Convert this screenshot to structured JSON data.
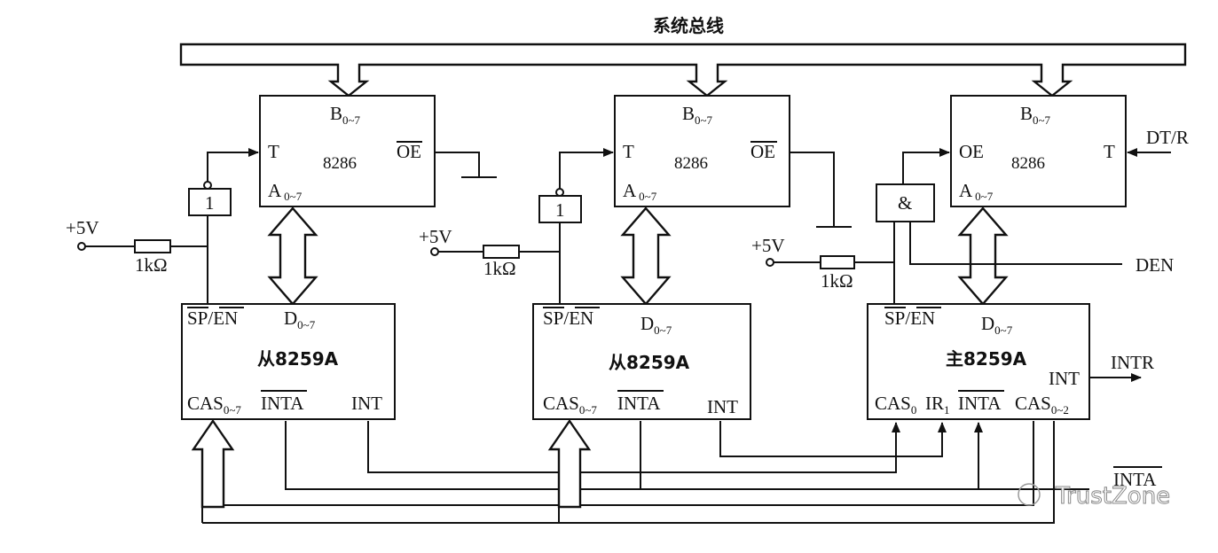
{
  "title": "系统总线",
  "transceivers": [
    {
      "b_label": "B",
      "b_sub": "0~7",
      "t_label": "T",
      "name": "8286",
      "oe_label": "OE",
      "a_label": "A",
      "a_sub": "0~7"
    },
    {
      "b_label": "B",
      "b_sub": "0~7",
      "t_label": "T",
      "name": "8286",
      "oe_label": "OE",
      "a_label": "A",
      "a_sub": "0~7"
    },
    {
      "b_label": "B",
      "b_sub": "0~7",
      "oe_label": "OE",
      "name": "8286",
      "t_label": "T",
      "a_label": "A",
      "a_sub": "0~7"
    }
  ],
  "slaves": [
    {
      "sp_label": "SP",
      "en_label": "EN",
      "d_label": "D",
      "d_sub": "0~7",
      "name": "从8259A",
      "cas_label": "CAS",
      "cas_sub": "0~7",
      "inta_label": "INTA",
      "int_label": "INT"
    },
    {
      "sp_label": "SP",
      "en_label": "EN",
      "d_label": "D",
      "d_sub": "0~7",
      "name": "从8259A",
      "cas_label": "CAS",
      "cas_sub": "0~7",
      "inta_label": "INTA",
      "int_label": "INT"
    }
  ],
  "master": {
    "sp_label": "SP",
    "en_label": "EN",
    "d_label": "D",
    "d_sub": "0~7",
    "name": "主8259A",
    "int_label": "INT",
    "cas0_label": "CAS",
    "cas0_sub": "0",
    "ir_label": "IR",
    "ir_sub": "1",
    "inta_label": "INTA",
    "cas_label": "CAS",
    "cas_sub": "0~2"
  },
  "inverter_label": "1",
  "and_gate_label": "&",
  "vcc_label": "+5V",
  "resistor_label": "1kΩ",
  "dtr_label": "DT/R",
  "den_label": "DEN",
  "intr_label": "INTR",
  "inta_label": "INTA",
  "watermark": "TrustZone"
}
